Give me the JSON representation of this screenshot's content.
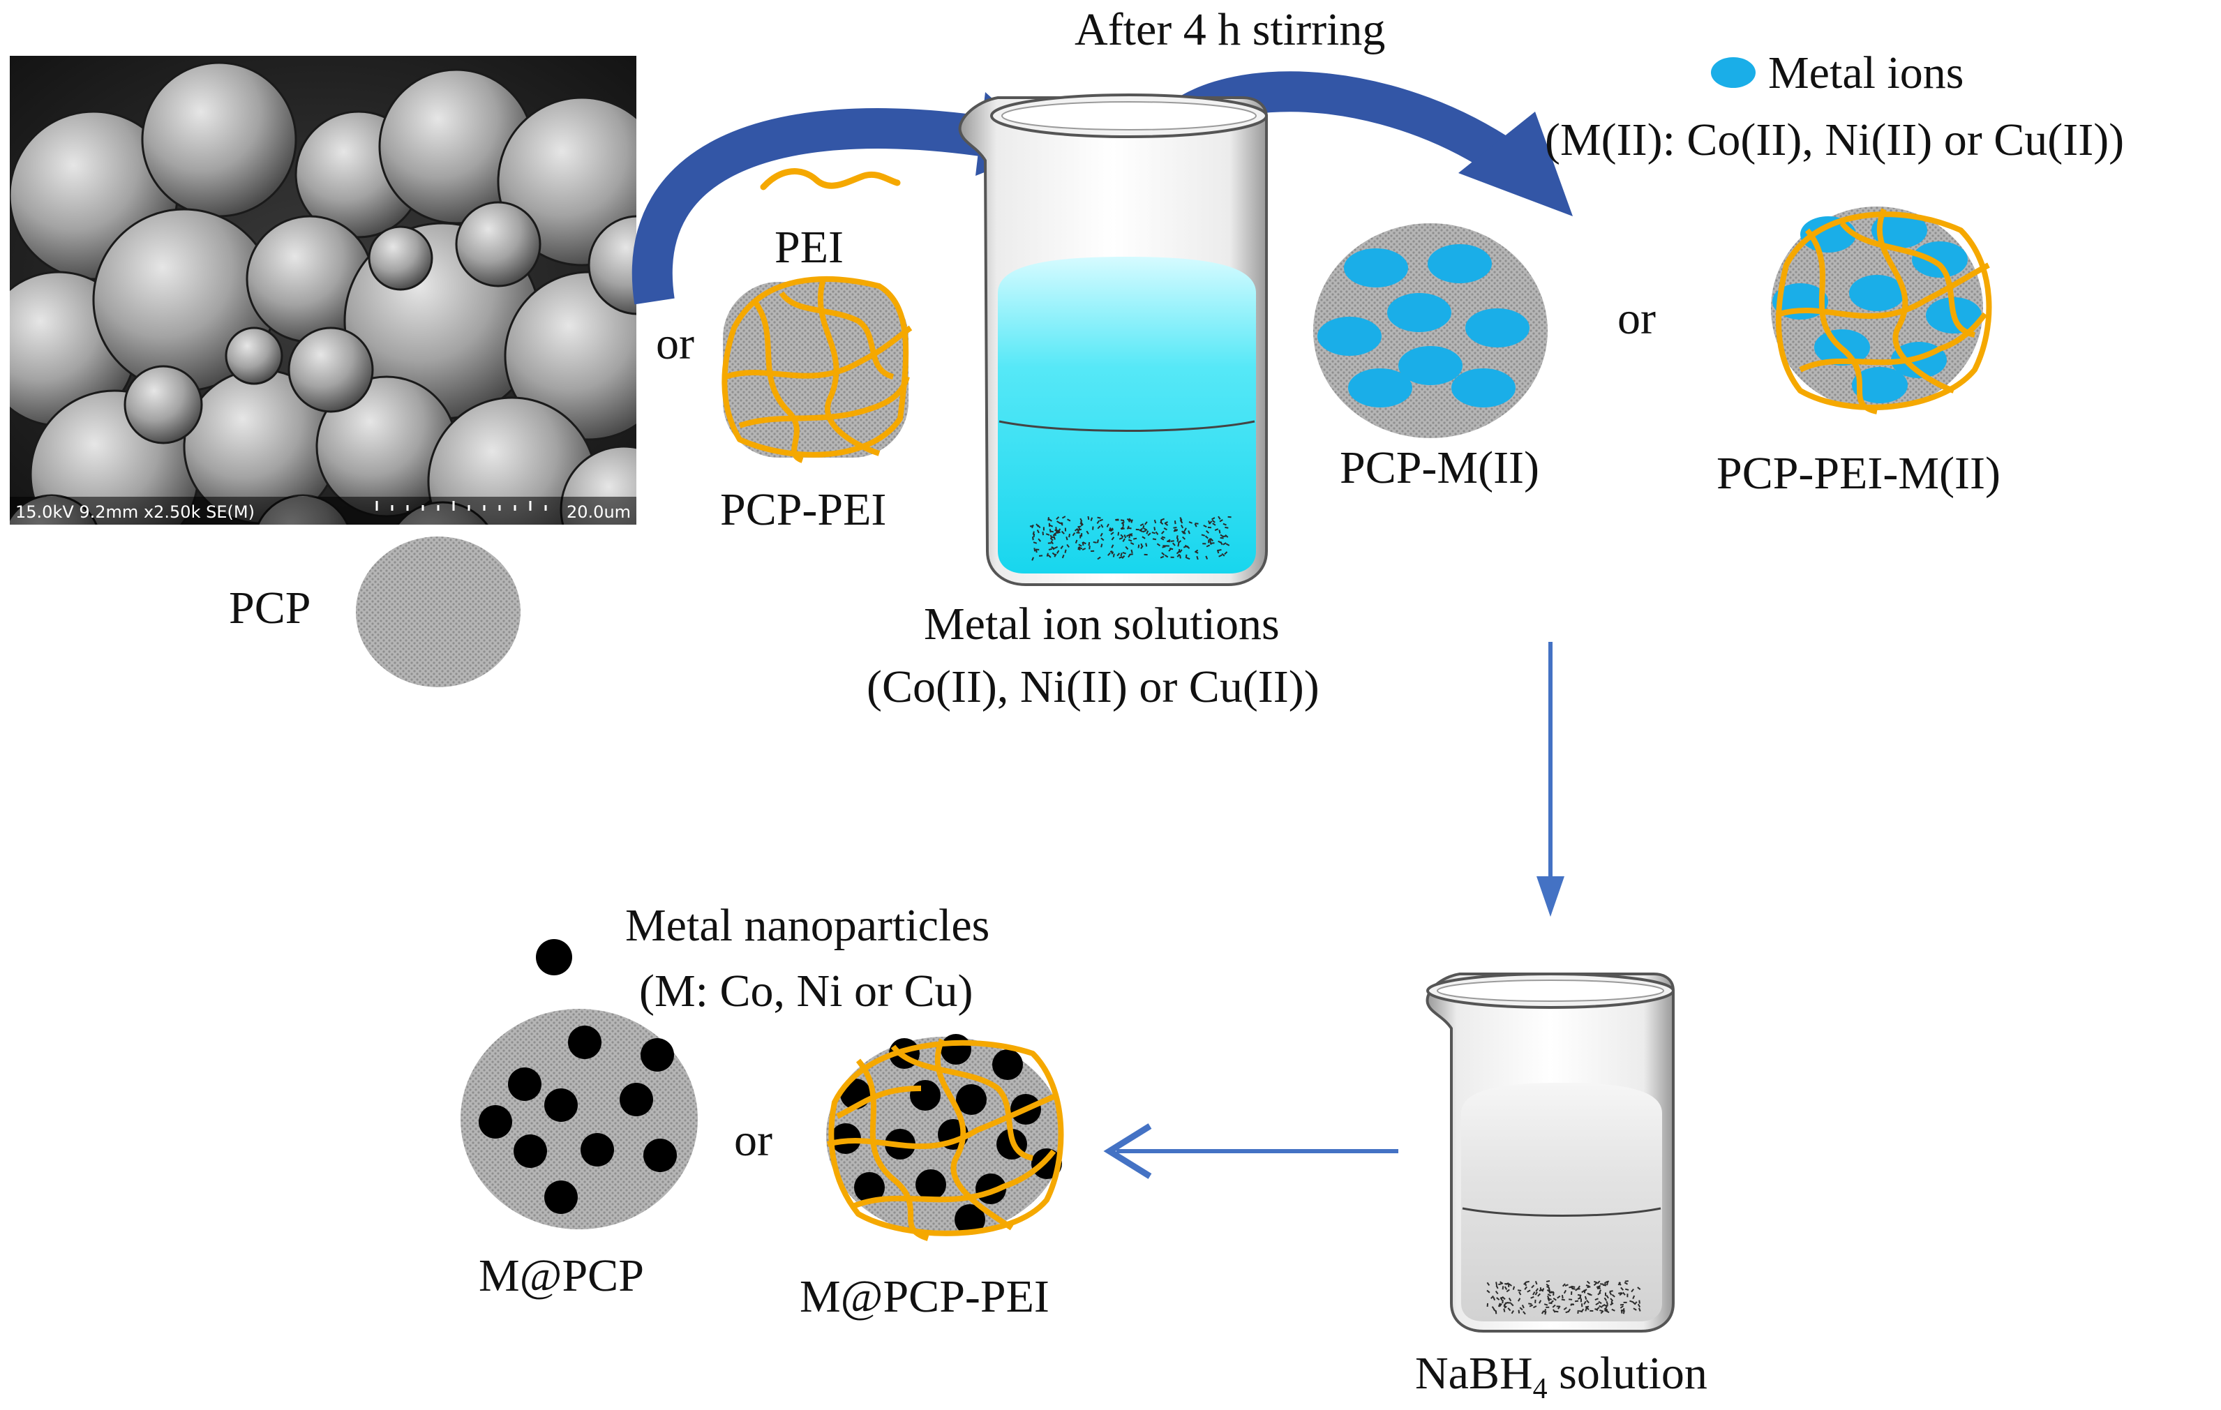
{
  "step_label": "After 4 h stirring",
  "legend_metal_ions": {
    "label": "Metal ions",
    "note": "(M(II): Co(II), Ni(II) or Cu(II))",
    "color": "#1aaee8"
  },
  "legend_nanoparticles": {
    "label": "Metal nanoparticles",
    "note": "(M: Co, Ni or Cu)"
  },
  "labels": {
    "pcp": "PCP",
    "pei": "PEI",
    "pcp_pei": "PCP-PEI",
    "or": "or",
    "pcp_m2": "PCP-M(II)",
    "pcp_pei_m2": "PCP-PEI-M(II)",
    "solution_line1": "Metal ion solutions",
    "solution_line2": "(Co(II), Ni(II) or Cu(II))",
    "m_pcp": "M@PCP",
    "m_pcp_pei": "M@PCP-PEI",
    "nabh4_main": "NaBH",
    "nabh4_sub": "4",
    "nabh4_tail": " solution"
  },
  "sem_image": {
    "info_text": "15.0kV 9.2mm x2.50k SE(M)",
    "scale_text": "20.0um"
  },
  "colors": {
    "arrow_curved": "#3356a6",
    "arrow_straight": "#4472c4",
    "pei": "#f5a800",
    "pcp_fill": "#a9a9a9",
    "solution": "#37e0f2",
    "nanoparticle": "#000000"
  }
}
